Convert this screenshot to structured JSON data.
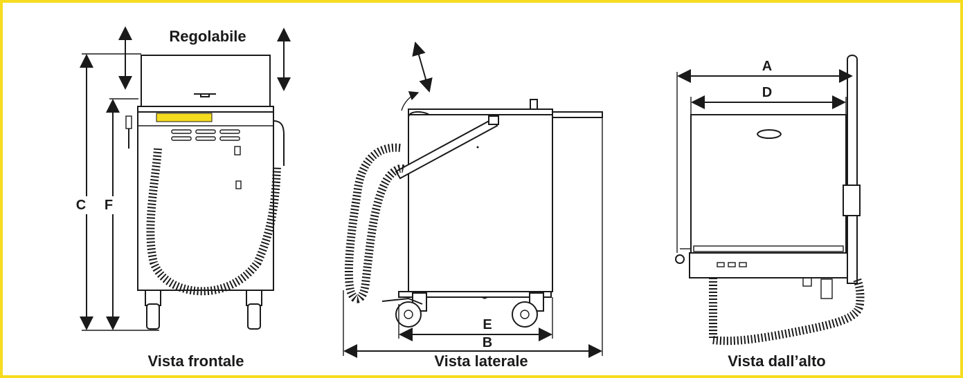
{
  "labels": {
    "adjustable": "Regolabile",
    "front_view": "Vista frontale",
    "side_view": "Vista laterale",
    "top_view": "Vista dall’alto"
  },
  "dimensions": {
    "a": "A",
    "b": "B",
    "c": "C",
    "d": "D",
    "e": "E",
    "f": "F"
  },
  "colors": {
    "frame_border": "#f6dc1f",
    "line": "#1a1a1a",
    "warning_label": "#f6dc1f"
  }
}
